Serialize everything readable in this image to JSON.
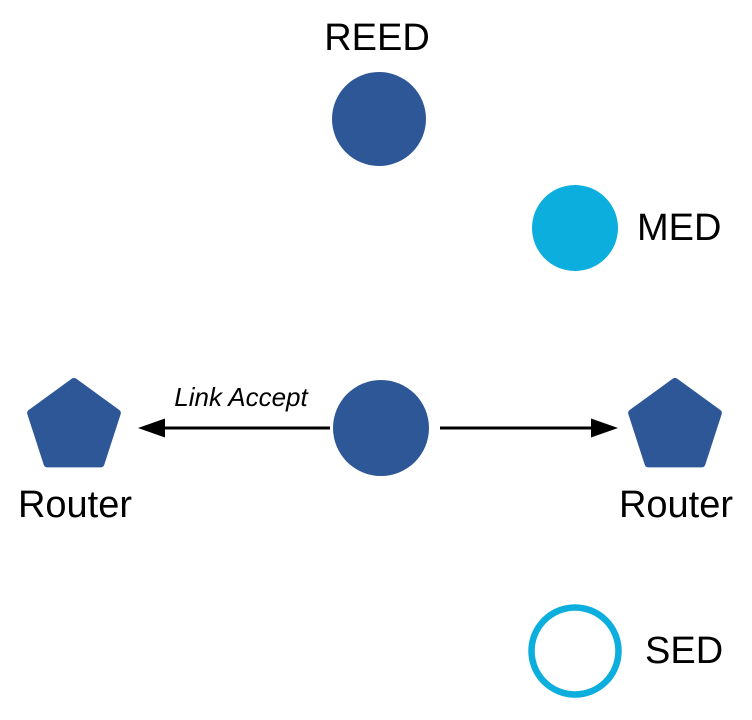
{
  "diagram": {
    "nodes": {
      "reed": {
        "label": "REED",
        "shape": "filled-circle"
      },
      "med": {
        "label": "MED",
        "shape": "filled-circle"
      },
      "center_device": {
        "label": "",
        "shape": "filled-circle"
      },
      "router_left": {
        "label": "Router",
        "shape": "pentagon"
      },
      "router_right": {
        "label": "Router",
        "shape": "pentagon"
      },
      "sed": {
        "label": "SED",
        "shape": "outlined-circle"
      }
    },
    "edges": {
      "left_arrow": {
        "label": "Link Accept",
        "direction": "left"
      },
      "right_arrow": {
        "label": "",
        "direction": "right"
      }
    }
  },
  "colors": {
    "node_blue": "#2E5797",
    "node_cyan": "#0BAEDC",
    "arrow_black": "#000000",
    "text_black": "#000000"
  }
}
